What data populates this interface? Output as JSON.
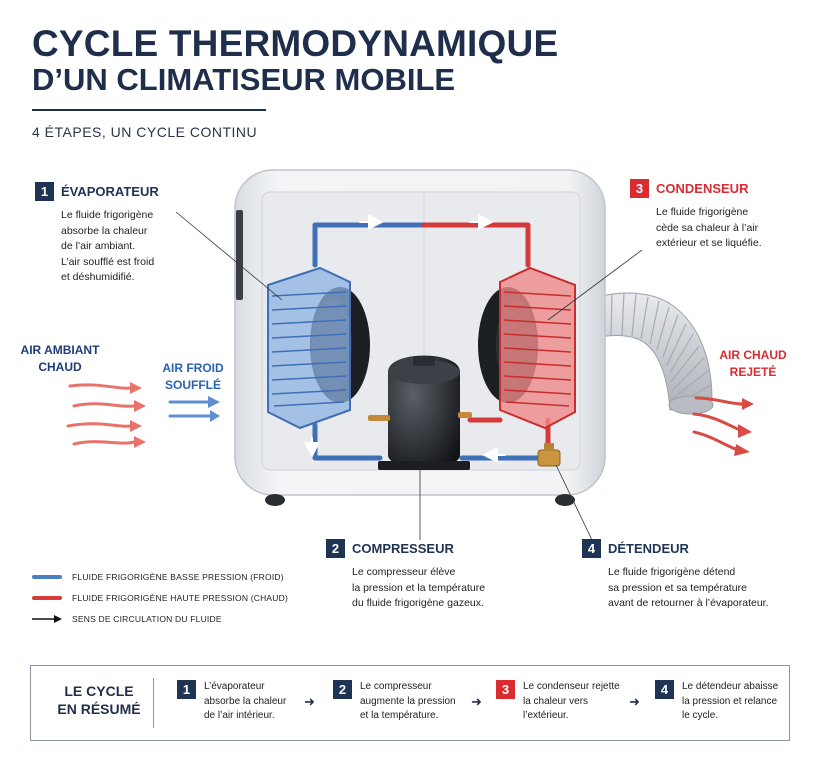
{
  "header": {
    "title_line1": "CYCLE THERMODYNAMIQUE",
    "title_line2": "D’UN CLIMATISEUR MOBILE",
    "subtitle": "4 ÉTAPES, UN CYCLE CONTINU"
  },
  "steps": [
    {
      "number": "1",
      "label": "ÉVAPORATEUR",
      "description": "Le fluide frigorigène\nabsorbe la chaleur\nde l’air ambiant.\nL’air soufflé est froid\net déshumidifié."
    },
    {
      "number": "2",
      "label": "COMPRESSEUR",
      "description": "Le compresseur élève\nla pression et la température\ndu fluide frigorigène gazeux."
    },
    {
      "number": "3",
      "label": "CONDENSEUR",
      "description": "Le fluide frigorigène\ncède sa chaleur à l’air\nextérieur et se liquéfie."
    },
    {
      "number": "4",
      "label": "DÉTENDEUR",
      "description": "Le fluide frigorigène détend\nsa pression et sa température\navant de retourner à l’évaporateur."
    }
  ],
  "air_labels": {
    "ambient": "AIR AMBIANT\nCHAUD",
    "cold": "AIR FROID\nSOUFFLÉ",
    "hot": "AIR CHAUD\nREJETÉ"
  },
  "legend": [
    {
      "label": "FLUIDE FRIGORIGÈNE BASSE PRESSION (FROID)",
      "color": "#4a7fc1"
    },
    {
      "label": "FLUIDE FRIGORIGÈNE HAUTE PRESSION (CHAUD)",
      "color": "#d63a3a"
    },
    {
      "label": "SENS DE CIRCULATION DU FLUIDE",
      "color": "#111111"
    }
  ],
  "summary": {
    "title": "LE CYCLE\nEN RÉSUMÉ",
    "steps": [
      {
        "number": "1",
        "text": "L’évaporateur\nabsorbe la chaleur\nde l’air intérieur."
      },
      {
        "number": "2",
        "text": "Le compresseur\naugmente la pression\net la température."
      },
      {
        "number": "3",
        "text": "Le condenseur rejette\nla chaleur vers\nl’extérieur."
      },
      {
        "number": "4",
        "text": "Le détendeur abaisse\nla pression et relance\nle cycle."
      }
    ]
  },
  "colors": {
    "navy": "#1f3354",
    "red": "#d92b30",
    "cold_blue": "#4a7fc1",
    "hot_red": "#d63a3a"
  }
}
